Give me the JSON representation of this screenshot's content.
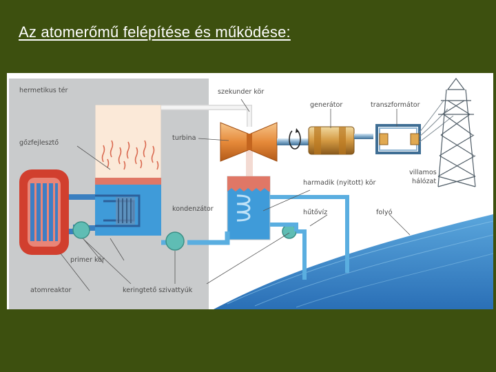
{
  "slide": {
    "title": "Az atomerőmű felépítése és működése:"
  },
  "labels": {
    "hermetikus_ter": "hermetikus tér",
    "szekunder_kor": "szekunder kör",
    "generator": "generátor",
    "transzformator": "transzformátor",
    "gozfejleszto": "gőzfejlesztő",
    "turbina": "turbina",
    "villamos": "villamos",
    "halozat": "hálózat",
    "harmadik_kor": "harmadik (nyitott) kör",
    "kondenzator": "kondenzátor",
    "hutoviz": "hűtővíz",
    "folyo": "folyó",
    "primer_kor": "primer kör",
    "atomreaktor": "atomreaktor",
    "keringteto_szivattyuk": "keringtető szivattyúk"
  },
  "colors": {
    "background": "#3d500f",
    "containment": "#c9cbcc",
    "water_blue": "#3f9bd9",
    "steam_red": "#e07766",
    "pipe_blue": "#5aaee0",
    "river": "#2e7fc4",
    "reactor_red": "#d13f2e"
  }
}
